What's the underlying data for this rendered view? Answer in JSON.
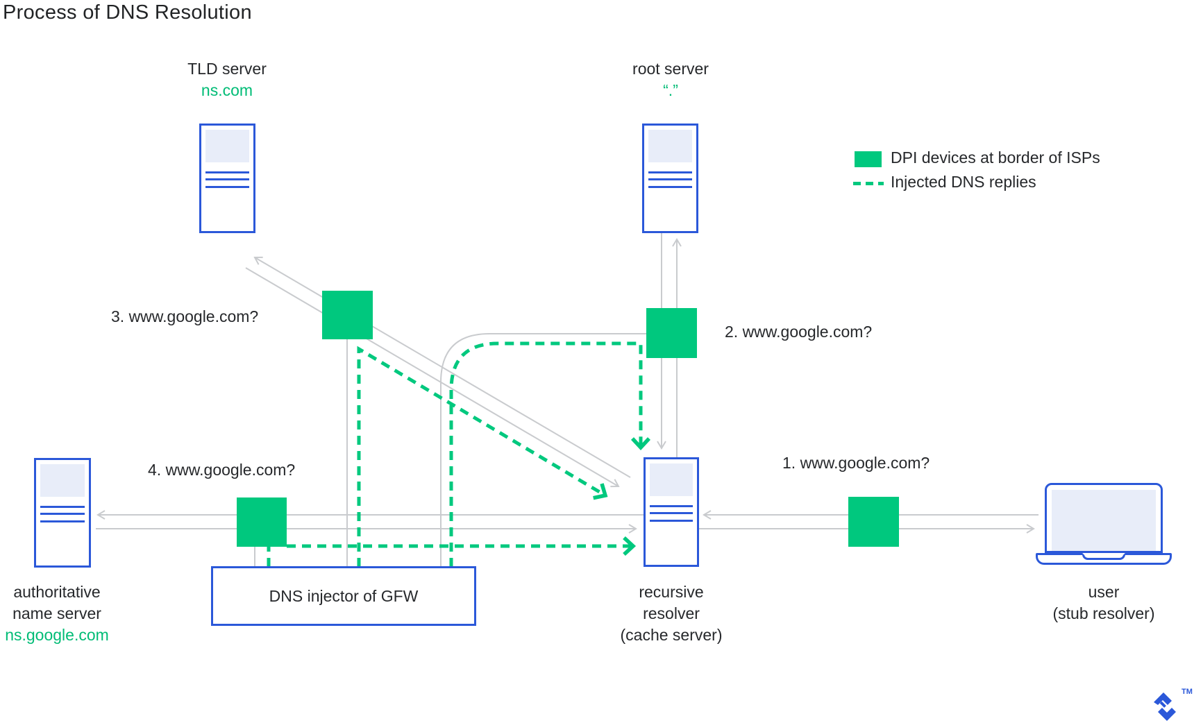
{
  "title": "Process of DNS Resolution",
  "legend": {
    "dpi": "DPI devices at border of ISPs",
    "injected": "Injected DNS replies"
  },
  "nodes": {
    "tld": {
      "label": "TLD server",
      "domain": "ns.com"
    },
    "root": {
      "label": "root server",
      "domain": "“.”"
    },
    "auth": {
      "label1": "authoritative",
      "label2": "name server",
      "domain": "ns.google.com"
    },
    "resolver": {
      "label1": "recursive",
      "label2": "resolver",
      "label3": "(cache server)"
    },
    "user": {
      "label1": "user",
      "label2": "(stub resolver)"
    },
    "injector": {
      "label": "DNS injector of GFW"
    }
  },
  "queries": {
    "q1": "1. www.google.com?",
    "q2": "2. www.google.com?",
    "q3": "3. www.google.com?",
    "q4": "4. www.google.com?"
  },
  "watermark": {
    "tm": "TM"
  },
  "colors": {
    "accent_green": "#00C87E",
    "green_text": "#00BC76",
    "blue": "#2B58D9",
    "gray_line": "#C9CBCE",
    "screen_fill": "#E8EDF9",
    "text": "#26282B"
  }
}
